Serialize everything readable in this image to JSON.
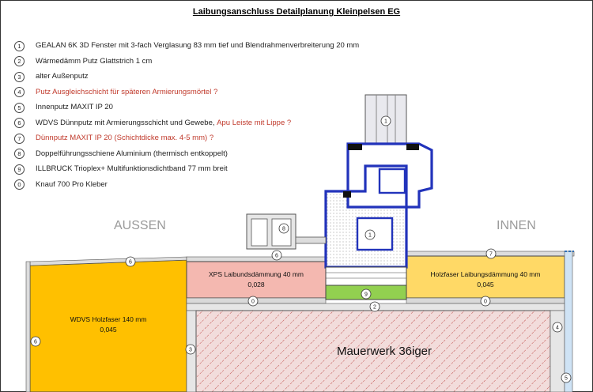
{
  "title": "Laibungsanschluss Detailplanung Kleinpelsen EG",
  "legend": [
    {
      "num": "1",
      "text": "GEALAN 6K 3D Fenster mit 3-fach Verglasung 83 mm tief und Blendrahmenverbreiterung 20 mm",
      "extra": "",
      "color": "#222222"
    },
    {
      "num": "2",
      "text": "Wärmedämm Putz Glattstrich 1 cm",
      "extra": "",
      "color": "#222222"
    },
    {
      "num": "3",
      "text": "alter Außenputz",
      "extra": "",
      "color": "#222222"
    },
    {
      "num": "4",
      "text": "Putz Ausgleichschicht für späteren Armierungsmörtel ?",
      "extra": "",
      "color": "#c0392b"
    },
    {
      "num": "5",
      "text": "Innenputz MAXIT IP 20",
      "extra": "",
      "color": "#222222"
    },
    {
      "num": "6",
      "text": "WDVS Dünnputz mit Armierungsschicht und Gewebe, ",
      "extra": "Apu Leiste mit Lippe ?",
      "color": "#222222"
    },
    {
      "num": "7",
      "text": "Dünnputz MAXIT IP 20 (Schichtdicke max. 4-5 mm) ?",
      "extra": "",
      "color": "#c0392b"
    },
    {
      "num": "8",
      "text": "Doppelführungsschiene Aluminium (thermisch entkoppelt)",
      "extra": "",
      "color": "#222222"
    },
    {
      "num": "9",
      "text": "ILLBRUCK Trioplex+ Multifunktionsdichtband 77 mm breit",
      "extra": "",
      "color": "#222222"
    },
    {
      "num": "0",
      "text": "Knauf 700 Pro Kleber",
      "extra": "",
      "color": "#222222"
    }
  ],
  "diagram": {
    "aussen_label": "AUSSEN",
    "innen_label": "INNEN",
    "wdvs": {
      "name": "WDVS Holzfaser 140 mm",
      "value": "0,045",
      "color": "#ffc000"
    },
    "xps": {
      "name": "XPS Laibundsdämmung 40 mm",
      "value": "0,028",
      "color": "#f4b8b0"
    },
    "holzfaser": {
      "name": "Holzfaser Laibungsdämmung 40 mm",
      "value": "0,045",
      "color": "#ffd966"
    },
    "mauerwerk": {
      "name": "Mauerwerk 36iger",
      "color": "#f2dcdb"
    },
    "band_color": "#92d050",
    "frame_color": "#2233bb",
    "markers": {
      "m1_top": "1",
      "m1_mid": "1",
      "m8": "8",
      "m6_left": "6",
      "m6_mid": "6",
      "m7": "7",
      "m0_left": "0",
      "m0_right": "0",
      "m9": "9",
      "m2": "2",
      "m6_side": "6",
      "m3": "3",
      "m4": "4",
      "m5": "5"
    }
  }
}
